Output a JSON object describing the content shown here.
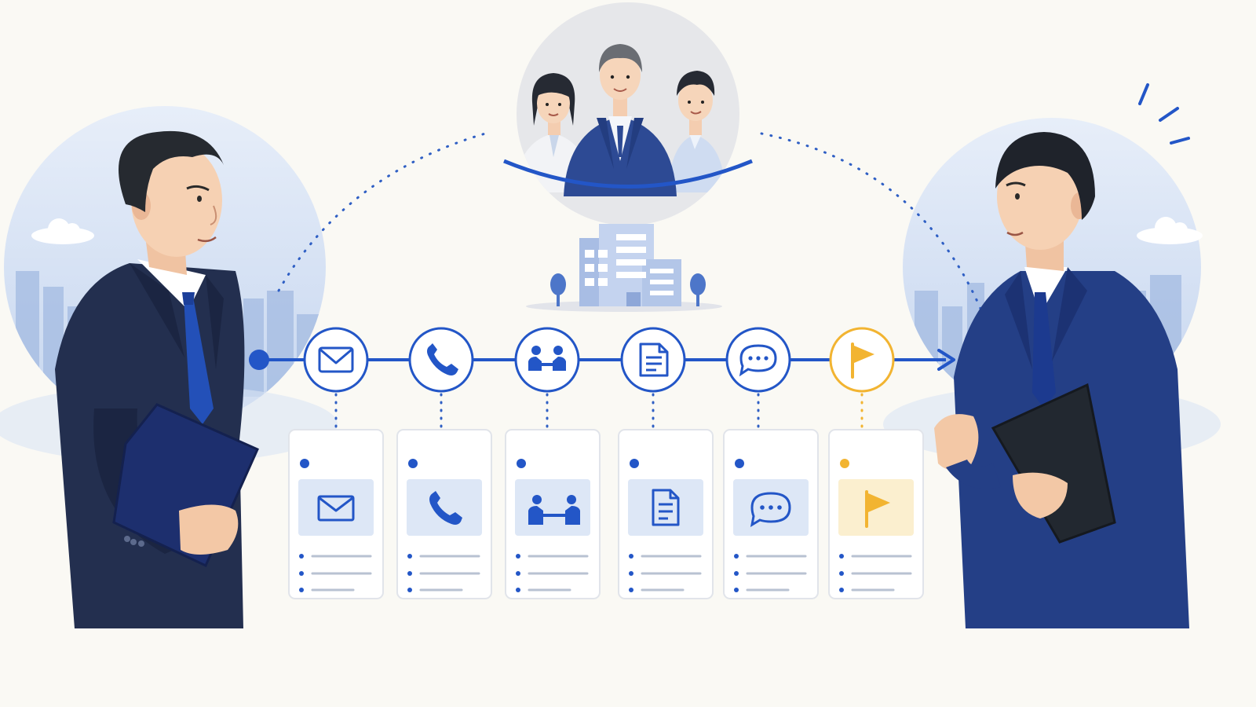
{
  "colors": {
    "background": "#faf9f4",
    "primary_blue": "#2356c7",
    "dark_navy": "#1f2d4d",
    "suit_navy": "#243a7a",
    "light_blue": "#dbe6f7",
    "sky_blue": "#c9d9f0",
    "accent_yellow": "#f2b431",
    "card_border": "#e1e4ea",
    "line_gray": "#b8c2d2"
  },
  "participants": [
    {
      "role": "veteran-salesperson",
      "icon": "person-icon"
    },
    {
      "role": "client-team",
      "icon": "group-icon"
    },
    {
      "role": "successor-salesperson",
      "icon": "person-icon"
    }
  ],
  "steps": [
    {
      "icon": "mail-icon",
      "highlight": false
    },
    {
      "icon": "phone-icon",
      "highlight": false
    },
    {
      "icon": "meeting-icon",
      "highlight": false
    },
    {
      "icon": "document-icon",
      "highlight": false
    },
    {
      "icon": "chat-icon",
      "highlight": false
    },
    {
      "icon": "flag-icon",
      "highlight": true
    }
  ]
}
